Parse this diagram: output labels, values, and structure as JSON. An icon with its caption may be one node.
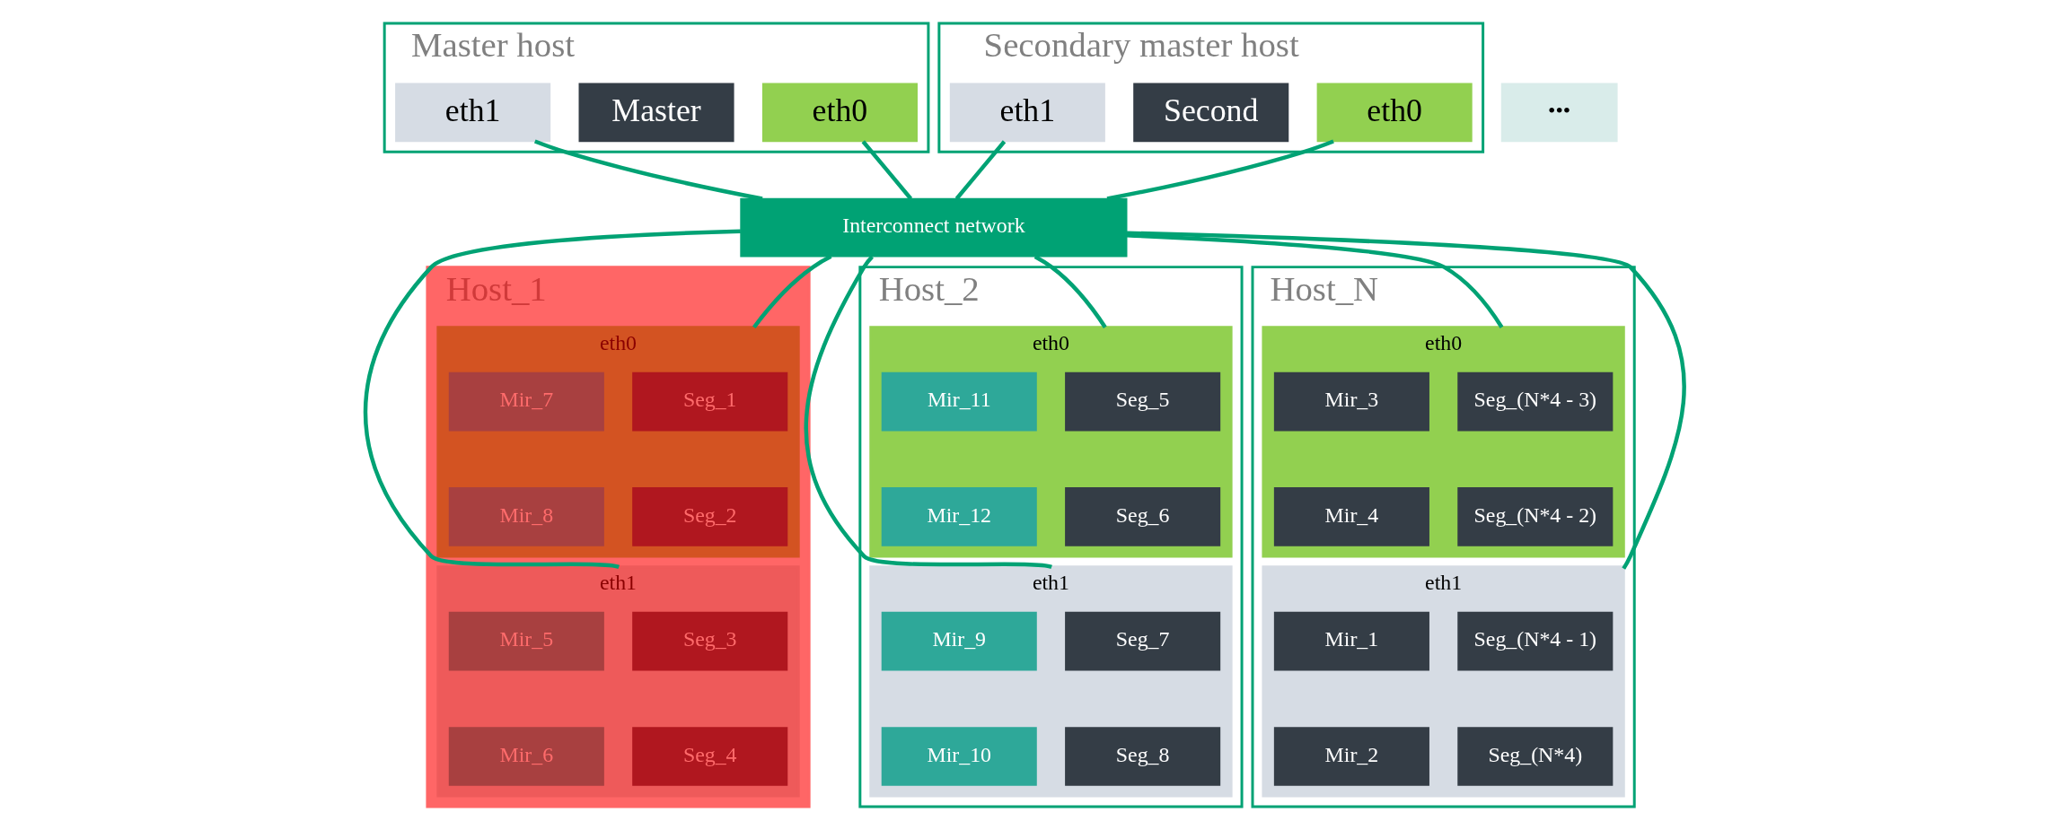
{
  "diagram": {
    "nodes": [
      {
        "text": [
          "Master host"
        ]
      },
      {
        "text": [
          "eth0"
        ],
        "in": 0
      },
      {
        "text": [
          "Master"
        ],
        "in": 0
      },
      {
        "text": [
          "eth1"
        ],
        "in": 0
      },
      {
        "text": [
          "Secondary master host"
        ]
      },
      {
        "text": [
          "eth0"
        ],
        "in": 4
      },
      {
        "text": [
          "Second"
        ],
        "in": 4
      },
      {
        "text": [
          "eth1"
        ],
        "in": 4
      },
      {
        "text": [
          "Interconnect network"
        ]
      },
      {
        "text": [
          "Host_1"
        ]
      },
      {
        "text": [
          "eth0"
        ],
        "in": 9
      },
      {
        "text": [
          "Seg_1"
        ],
        "in": 10
      },
      {
        "text": [
          "Mir_7"
        ],
        "in": 10
      },
      {
        "text": [
          "Seg_2"
        ],
        "in": 10
      },
      {
        "text": [
          "Mir_8"
        ],
        "in": 10
      },
      {
        "text": [
          "eth1"
        ],
        "in": 9
      },
      {
        "text": [
          "Seg_3"
        ],
        "in": 15
      },
      {
        "text": [
          "Mir_5"
        ],
        "in": 15
      },
      {
        "text": [
          "Seg_4"
        ],
        "in": 15
      },
      {
        "text": [
          "Mir_6"
        ],
        "in": 15
      },
      {
        "text": [
          "Host_2"
        ]
      },
      {
        "text": [
          "eth0"
        ],
        "in": 20
      },
      {
        "text": [
          "Seg_5"
        ],
        "in": 21
      },
      {
        "text": [
          "Mir_11"
        ],
        "in": 21
      },
      {
        "text": [
          "Seg_6"
        ],
        "in": 21
      },
      {
        "text": [
          "Mir_12"
        ],
        "in": 21
      },
      {
        "text": [
          "eth1"
        ],
        "in": 20
      },
      {
        "text": [
          "Seg_7"
        ],
        "in": 26
      },
      {
        "text": [
          "Mir_9"
        ],
        "in": 26
      },
      {
        "text": [
          "Seg_8"
        ],
        "in": 26
      },
      {
        "text": [
          "Mir_10"
        ],
        "in": 26
      },
      {
        "text": [
          "•••"
        ]
      },
      {
        "text": [
          "Host_N"
        ]
      },
      {
        "text": [
          "eth0"
        ],
        "in": 32
      },
      {
        "text": [
          "Seg_(N*4 - 3)"
        ],
        "in": 33
      },
      {
        "text": [
          "Mir_3"
        ],
        "in": 33
      },
      {
        "text": [
          "Seg_(N*4 - 2)"
        ],
        "in": 33
      },
      {
        "text": [
          "Mir_4"
        ],
        "in": 33
      },
      {
        "text": [
          "eth1"
        ],
        "in": 32
      },
      {
        "text": [
          "Seg_(N*4 - 1)"
        ],
        "in": 38
      },
      {
        "text": [
          "Mir_1"
        ],
        "in": 38
      },
      {
        "text": [
          "Seg_(N*4)"
        ],
        "in": 38
      },
      {
        "text": [
          "Mir_2"
        ],
        "in": 38
      }
    ],
    "edges": [
      {
        "from": 1,
        "to": 8,
        "arrow": "none"
      },
      {
        "from": 3,
        "to": 8,
        "arrow": "none"
      },
      {
        "from": 5,
        "to": 8,
        "arrow": "none"
      },
      {
        "from": 7,
        "to": 8,
        "arrow": "none"
      },
      {
        "from": 8,
        "to": 10,
        "arrow": "none"
      },
      {
        "from": 8,
        "to": 15,
        "arrow": "none"
      },
      {
        "from": 8,
        "to": 21,
        "arrow": "none"
      },
      {
        "from": 8,
        "to": 26,
        "arrow": "none"
      },
      {
        "from": 8,
        "to": 33,
        "arrow": "none"
      },
      {
        "from": 8,
        "to": 38,
        "arrow": "none"
      }
    ]
  }
}
